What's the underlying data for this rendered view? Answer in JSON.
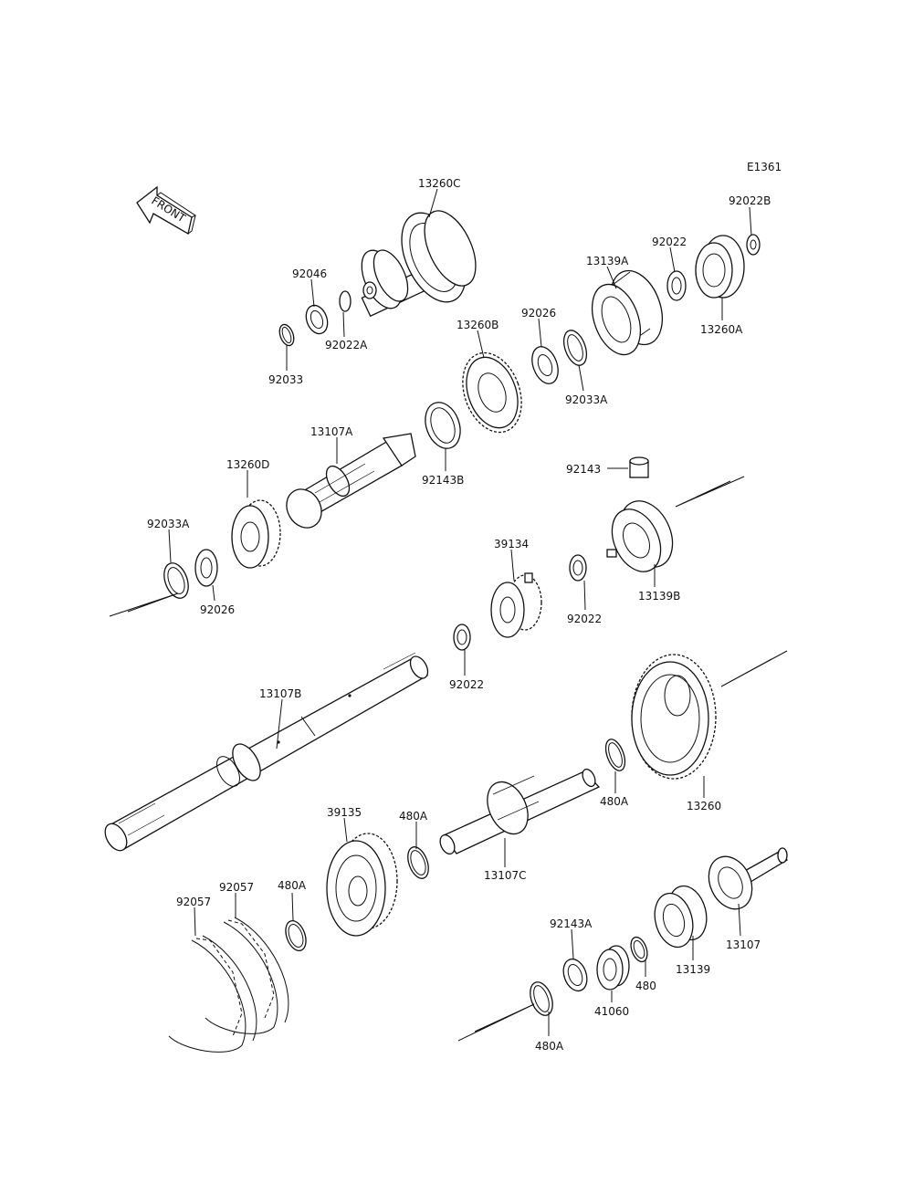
{
  "diagram": {
    "code": "E1361",
    "front_label": "FRONT",
    "labels": {
      "p13260C": "13260C",
      "p92022B": "92022B",
      "p92022_top": "92022",
      "p13139A": "13139A",
      "p92046": "92046",
      "p92022A": "92022A",
      "p92033": "92033",
      "p13260A": "13260A",
      "p92026_top": "92026",
      "p13260B": "13260B",
      "p92033A_top": "92033A",
      "p13107A": "13107A",
      "p13260D": "13260D",
      "p92143B": "92143B",
      "p92143": "92143",
      "p92033A_left": "92033A",
      "p92026_left": "92026",
      "p39134": "39134",
      "p92022_mid": "92022",
      "p13139B": "13139B",
      "p92022_low": "92022",
      "p13107B": "13107B",
      "p13260": "13260",
      "p480A_right": "480A",
      "p39135": "39135",
      "p480A_mid": "480A",
      "p13107C": "13107C",
      "p92057_left": "92057",
      "p92057_right": "92057",
      "p480A_left": "480A",
      "p92143A": "92143A",
      "p13107": "13107",
      "p480": "480",
      "p13139": "13139",
      "p41060": "41060",
      "p480A_bottom": "480A"
    }
  }
}
